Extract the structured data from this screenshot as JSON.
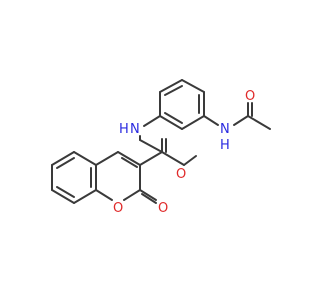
{
  "molecule": {
    "atom_labels": {
      "n_amide": "N",
      "h_amide": "H",
      "n_acetamide": "N",
      "h_acetamide": "H",
      "o_acetyl": "O",
      "o_amide": "O",
      "o_ring": "O",
      "o_lactone": "O"
    },
    "colors": {
      "bond": "#3a3a3a",
      "nitrogen": "#2a2ae0",
      "oxygen": "#e02a2a",
      "background": "#ffffff"
    }
  }
}
